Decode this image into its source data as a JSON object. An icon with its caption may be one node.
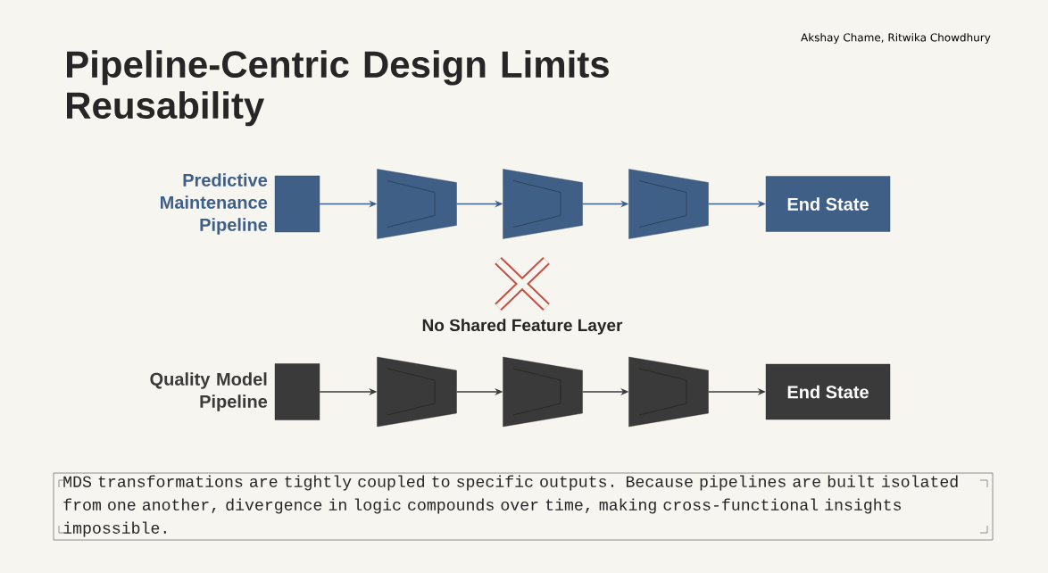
{
  "diagram": {
    "title": "Pipeline-Centric Design Limits Reusability",
    "nodes": [
      {
        "text": [],
        "shape": "box",
        "beside": [
          "Predictive Maintenance Pipeline"
        ]
      },
      {
        "text": [],
        "shape": "trapezoid"
      },
      {
        "text": [],
        "shape": "trapezoid"
      },
      {
        "text": [],
        "shape": "trapezoid"
      },
      {
        "text": [
          "End State"
        ]
      },
      {
        "text": [],
        "shape": "box",
        "beside": [
          "Quality Model Pipeline"
        ]
      },
      {
        "text": [],
        "shape": "trapezoid"
      },
      {
        "text": [],
        "shape": "trapezoid"
      },
      {
        "text": [],
        "shape": "trapezoid"
      },
      {
        "text": [
          "End State"
        ]
      }
    ],
    "edges": [
      {
        "from": 0,
        "to": 1,
        "arrow": "to",
        "color": "#3f5f86"
      },
      {
        "from": 1,
        "to": 2,
        "arrow": "to",
        "color": "#3f5f86"
      },
      {
        "from": 2,
        "to": 3,
        "arrow": "to",
        "color": "#3f5f86"
      },
      {
        "from": 3,
        "to": 4,
        "arrow": "to",
        "color": "#3f5f86"
      },
      {
        "from": 5,
        "to": 6,
        "arrow": "to",
        "color": "#3a3a3a"
      },
      {
        "from": 6,
        "to": 7,
        "arrow": "to",
        "color": "#3a3a3a"
      },
      {
        "from": 7,
        "to": 8,
        "arrow": "to",
        "color": "#3a3a3a"
      },
      {
        "from": 8,
        "to": 9,
        "arrow": "to",
        "color": "#3a3a3a"
      }
    ],
    "labels": [
      "Akshay Chame, Ritwika Chowdhury",
      "No Shared Feature Layer",
      "MDS transformations are tightly coupled to specific outputs. Because pipelines are built isolated from one another, divergence in logic compounds over time, making cross-functional insights impossible."
    ]
  }
}
